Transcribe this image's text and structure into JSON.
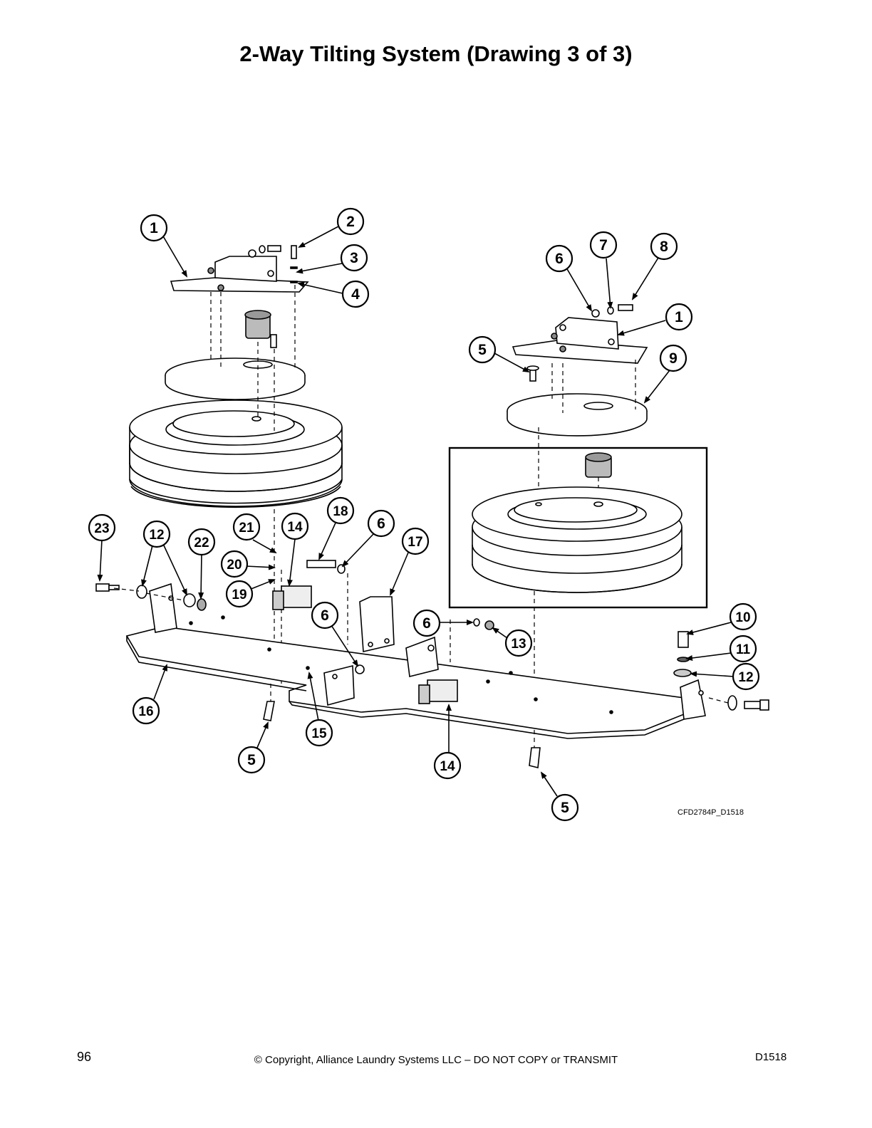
{
  "title": "2-Way Tilting System (Drawing 3 of 3)",
  "drawing_code": "CFD2784P_D1518",
  "footer": {
    "page_number": "96",
    "copyright": "© Copyright, Alliance Laundry Systems LLC – DO NOT COPY or TRANSMIT",
    "document_id": "D1518"
  },
  "callouts": [
    {
      "id": "c1a",
      "label": "1"
    },
    {
      "id": "c2",
      "label": "2"
    },
    {
      "id": "c3",
      "label": "3"
    },
    {
      "id": "c4",
      "label": "4"
    },
    {
      "id": "c6a",
      "label": "6"
    },
    {
      "id": "c7",
      "label": "7"
    },
    {
      "id": "c8",
      "label": "8"
    },
    {
      "id": "c1b",
      "label": "1"
    },
    {
      "id": "c5a",
      "label": "5"
    },
    {
      "id": "c9",
      "label": "9"
    },
    {
      "id": "c23",
      "label": "23"
    },
    {
      "id": "c12a",
      "label": "12"
    },
    {
      "id": "c22",
      "label": "22"
    },
    {
      "id": "c21",
      "label": "21"
    },
    {
      "id": "c14a",
      "label": "14"
    },
    {
      "id": "c18",
      "label": "18"
    },
    {
      "id": "c6b",
      "label": "6"
    },
    {
      "id": "c17",
      "label": "17"
    },
    {
      "id": "c20",
      "label": "20"
    },
    {
      "id": "c19",
      "label": "19"
    },
    {
      "id": "c6c",
      "label": "6"
    },
    {
      "id": "c6d",
      "label": "6"
    },
    {
      "id": "c13",
      "label": "13"
    },
    {
      "id": "c10",
      "label": "10"
    },
    {
      "id": "c11",
      "label": "11"
    },
    {
      "id": "c12b",
      "label": "12"
    },
    {
      "id": "c16",
      "label": "16"
    },
    {
      "id": "c15",
      "label": "15"
    },
    {
      "id": "c5b",
      "label": "5"
    },
    {
      "id": "c14b",
      "label": "14"
    },
    {
      "id": "c5c",
      "label": "5"
    }
  ]
}
